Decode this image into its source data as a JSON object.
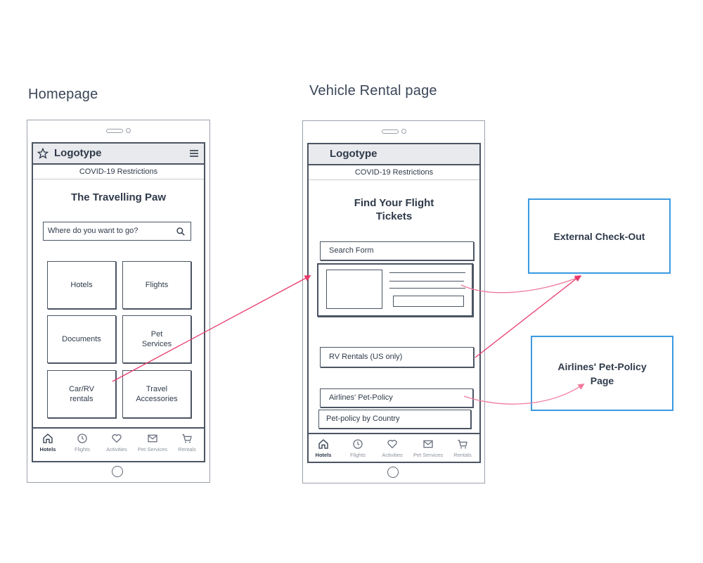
{
  "screens": {
    "homepage": {
      "title": "Homepage",
      "logotype": "Logotype",
      "covid": "COVID-19 Restrictions",
      "heading": "The Travelling Paw",
      "search_placeholder": "Where do you want to go?",
      "tiles": [
        "Hotels",
        "Flights",
        "Documents",
        "Pet\nServices",
        "Car/RV\nrentals",
        "Travel\nAccessories"
      ]
    },
    "vehicle_rental": {
      "title": "Vehicle Rental page",
      "logotype": "Logotype",
      "covid": "COVID-19 Restrictions",
      "heading": "Find Your Flight\nTickets",
      "search_form": "Search Form",
      "rv_rentals": "RV Rentals (US only)",
      "airlines_policy": "Airlines' Pet-Policy",
      "country_policy": "Pet-policy by Country"
    }
  },
  "tabbar": {
    "items": [
      {
        "label": "Hotels",
        "icon": "home-icon"
      },
      {
        "label": "Flights",
        "icon": "clock-icon"
      },
      {
        "label": "Activities",
        "icon": "heart-icon"
      },
      {
        "label": "Pet Services",
        "icon": "mail-icon"
      },
      {
        "label": "Rentals",
        "icon": "cart-icon"
      }
    ]
  },
  "destinations": {
    "external_checkout": "External Check-Out",
    "airlines_page": "Airlines' Pet-Policy\nPage"
  },
  "colors": {
    "arrow": "#e8396b",
    "arrow_light": "#f07a9c",
    "blue_box_border": "#3a9ae0",
    "wireframe_stroke": "#4b5563"
  }
}
